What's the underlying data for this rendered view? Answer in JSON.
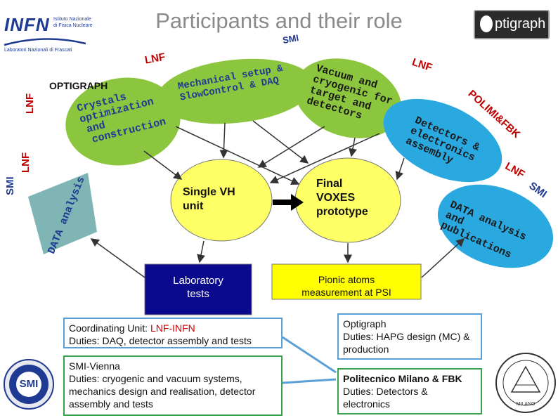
{
  "header": {
    "title": "Participants and their role",
    "logo_infn": {
      "name": "INFN",
      "line1": "Istituto Nazionale",
      "line2": "di Fisica Nucleare",
      "lab": "Laboratori Nazionali di Frascati"
    },
    "logo_optigraph": "ptigraph"
  },
  "tags": {
    "smi_top": "SMI",
    "lnf_left_top": "LNF",
    "lnf_right_top": "LNF",
    "optigraph": "OPTIGRAPH",
    "lnf_left_vertical": "LNF",
    "lnf_left_vertical2": "LNF",
    "smi_left_vertical": "SMI",
    "polimi": "POLIMI&FBK",
    "lnf_right_mid": "LNF",
    "smi_right_mid": "SMI"
  },
  "ovals": {
    "crystals": [
      "Crystals",
      "optimization",
      "and",
      "construction"
    ],
    "mechanical": [
      "Mechanical setup &",
      "SlowControl & DAQ"
    ],
    "vacuum": [
      "Vacuum and",
      "cryogenic for",
      "target and",
      "detectors"
    ],
    "detectors": [
      "Detectors &",
      "electronics",
      "assembly"
    ],
    "data_left": "DATA analysis",
    "data_right": [
      "DATA analysis",
      "and",
      "publications"
    ]
  },
  "center": {
    "single_vh": [
      "Single VH",
      "unit"
    ],
    "final_voxes": [
      "Final",
      "VOXES",
      "prototype"
    ],
    "lab_tests": [
      "Laboratory",
      "tests"
    ],
    "pionic": [
      "Pionic atoms",
      "measurement at PSI"
    ]
  },
  "boxes": {
    "coordinating": {
      "label": "Coordinating Unit: ",
      "value": "LNF-INFN",
      "duties": "Duties: DAQ, detector assembly and tests"
    },
    "smi_vienna": {
      "title": "SMI-Vienna",
      "duties": "Duties: cryogenic and vacuum systems, mechanics design and realisation, detector assembly and tests"
    },
    "optigraph": {
      "title": "Optigraph",
      "duties": "Duties: HAPG design (MC) & production"
    },
    "polimi": {
      "title": "Politecnico Milano & FBK",
      "duties": "Duties: Detectors & electronics"
    }
  },
  "logos": {
    "smi": "SMI",
    "polimi_seal": "MILANO"
  },
  "colors": {
    "green_oval": "#8cc63f",
    "blue_oval": "#29a9e0",
    "teal_oval": "#7fb5b5",
    "yellow": "#ffff66",
    "navy": "#0a0a8c",
    "tag_red": "#c00000",
    "text_navy": "#1f3a93"
  }
}
